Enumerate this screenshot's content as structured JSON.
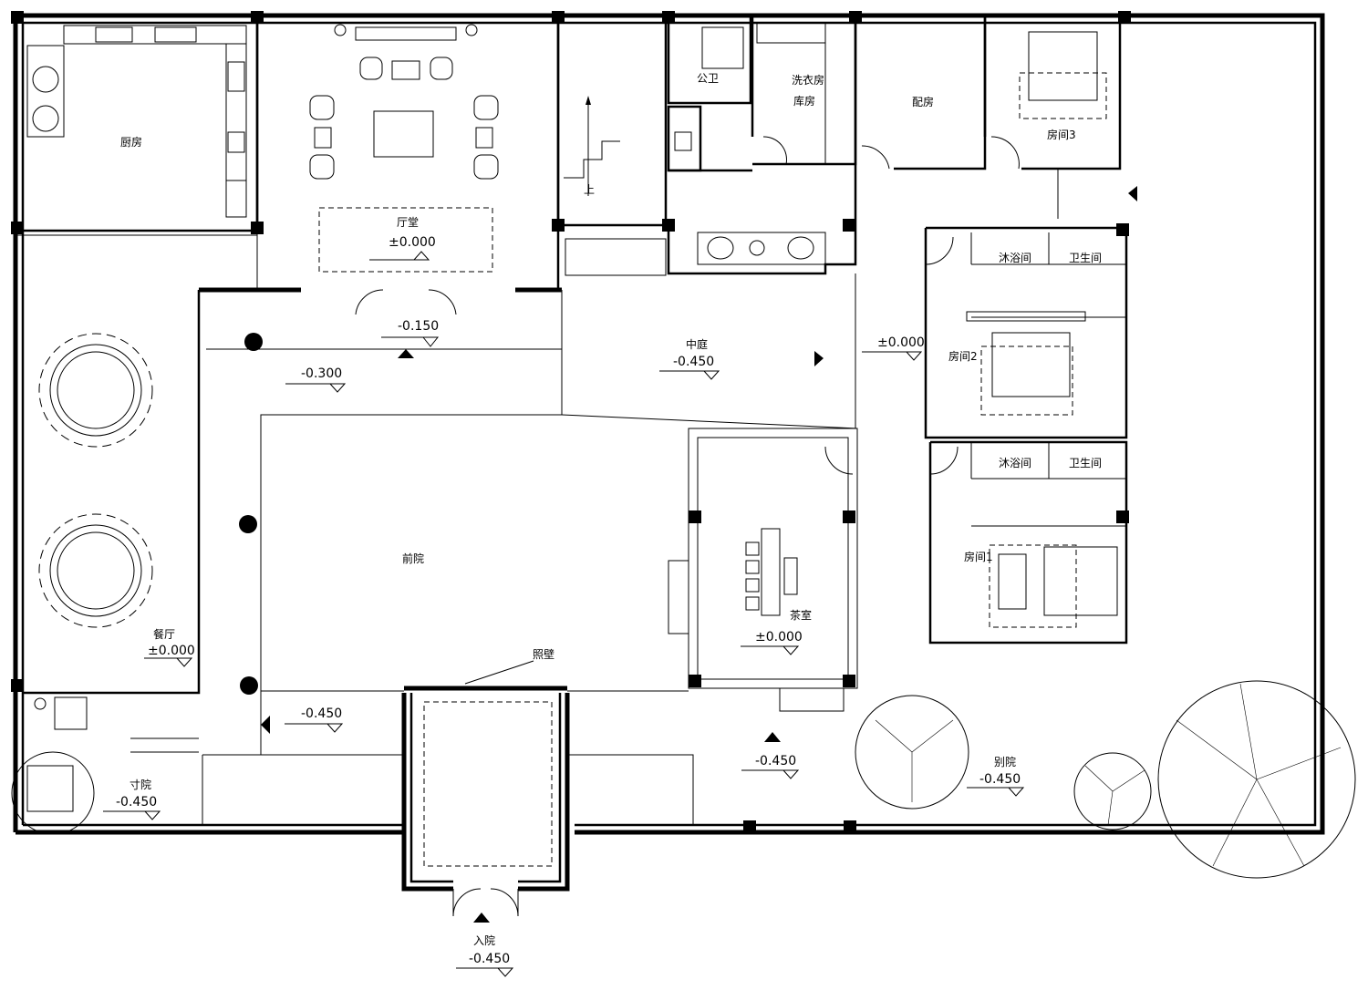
{
  "rooms": {
    "kitchen": "厨房",
    "hall": "厅堂",
    "public_wc": "公卫",
    "laundry": "洗衣房",
    "storage": "库房",
    "utility": "配房",
    "room3": "房间3",
    "courtyard_mid": "中庭",
    "front_yard": "前院",
    "shower_2": "沐浴间",
    "wc_2": "卫生间",
    "room2": "房间2",
    "shower_1": "沐浴间",
    "wc_1": "卫生间",
    "room1": "房间1",
    "tea_room": "茶室",
    "screen_wall": "照壁",
    "dining": "餐厅",
    "small_yard": "寸院",
    "side_yard": "别院",
    "entry": "入院",
    "stair_up": "上"
  },
  "levels": {
    "hall": "±0.000",
    "hall_door": "-0.150",
    "corridor": "-0.300",
    "courtyard_mid": "-0.450",
    "east_corridor": "±0.000",
    "tea_room": "±0.000",
    "dining": "±0.000",
    "front_yard_sw": "-0.450",
    "front_yard_s": "-0.450",
    "side_yard": "-0.450",
    "small_yard": "-0.450",
    "entry": "-0.450"
  }
}
